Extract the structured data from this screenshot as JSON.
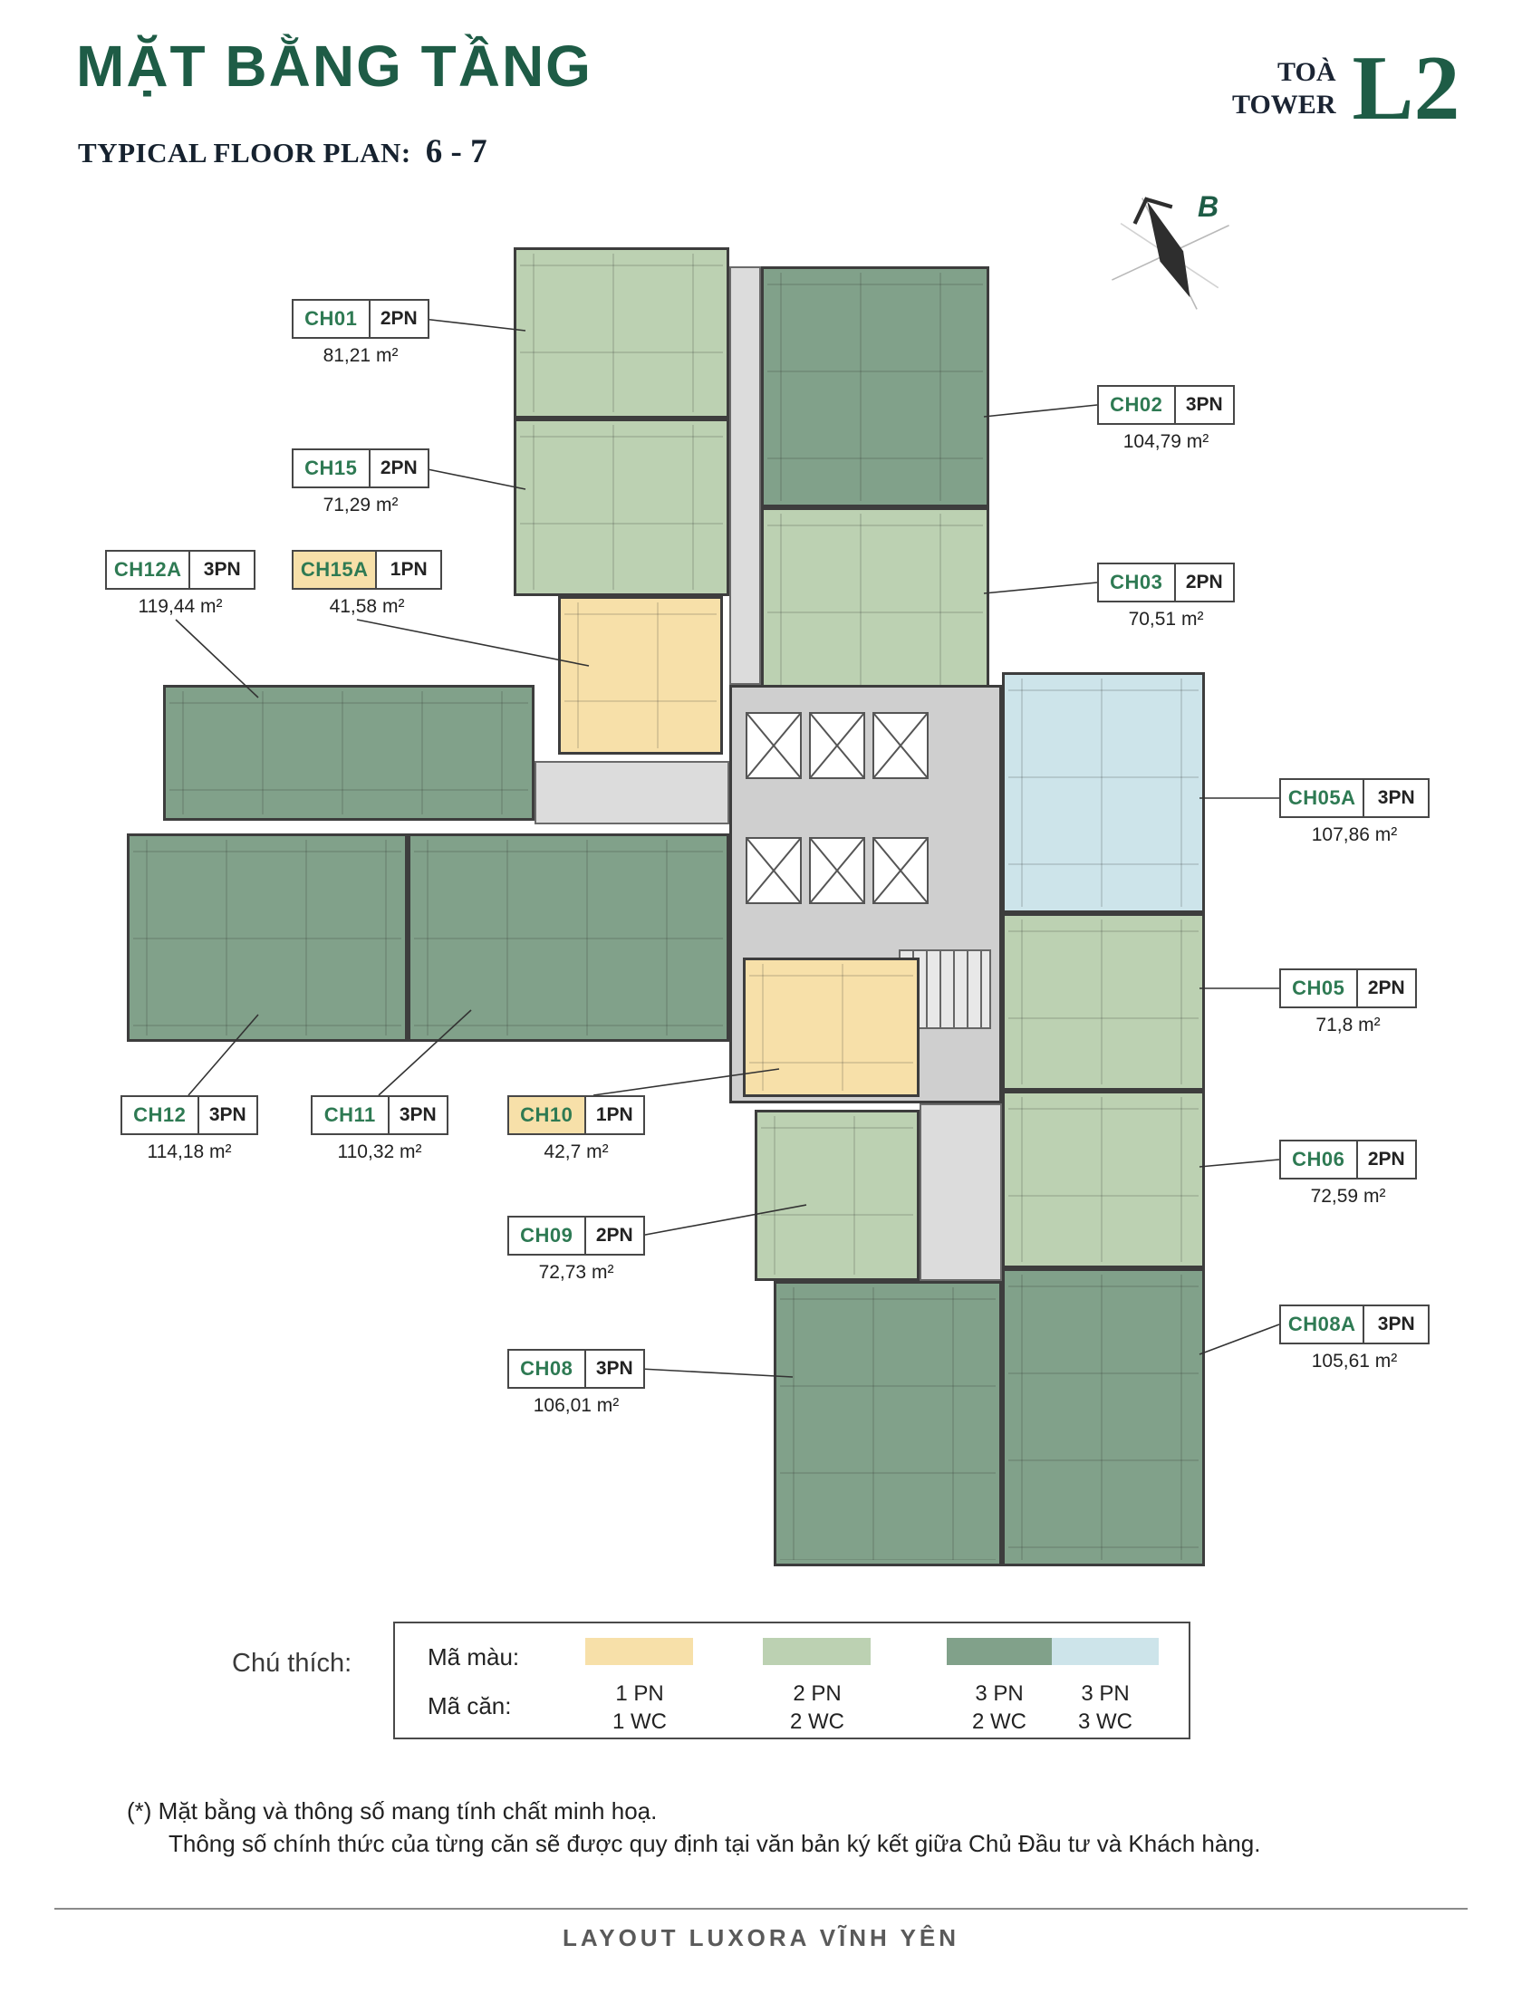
{
  "header": {
    "title": "MẶT BẰNG TẦNG",
    "plan_label": "TYPICAL FLOOR PLAN:",
    "plan_floors": "6 - 7",
    "tower_word_vi": "TOÀ",
    "tower_word_en": "TOWER",
    "tower_code": "L2"
  },
  "compass": {
    "north_label": "B"
  },
  "units": [
    {
      "code": "CH01",
      "type": "2PN",
      "area": "81,21 m²"
    },
    {
      "code": "CH02",
      "type": "3PN",
      "area": "104,79 m²"
    },
    {
      "code": "CH15",
      "type": "2PN",
      "area": "71,29 m²"
    },
    {
      "code": "CH12A",
      "type": "3PN",
      "area": "119,44 m²"
    },
    {
      "code": "CH15A",
      "type": "1PN",
      "area": "41,58 m²"
    },
    {
      "code": "CH03",
      "type": "2PN",
      "area": "70,51 m²"
    },
    {
      "code": "CH05A",
      "type": "3PN",
      "area": "107,86 m²"
    },
    {
      "code": "CH05",
      "type": "2PN",
      "area": "71,8 m²"
    },
    {
      "code": "CH12",
      "type": "3PN",
      "area": "114,18 m²"
    },
    {
      "code": "CH11",
      "type": "3PN",
      "area": "110,32 m²"
    },
    {
      "code": "CH10",
      "type": "1PN",
      "area": "42,7 m²"
    },
    {
      "code": "CH06",
      "type": "2PN",
      "area": "72,59 m²"
    },
    {
      "code": "CH09",
      "type": "2PN",
      "area": "72,73 m²"
    },
    {
      "code": "CH08A",
      "type": "3PN",
      "area": "105,61 m²"
    },
    {
      "code": "CH08",
      "type": "3PN",
      "area": "106,01 m²"
    }
  ],
  "legend": {
    "caption": "Chú thích:",
    "color_label": "Mã màu:",
    "unit_label": "Mã căn:",
    "entries": [
      {
        "bedrooms": "1 PN",
        "wc": "1 WC",
        "color": "#F7E0A9"
      },
      {
        "bedrooms": "2 PN",
        "wc": "2 WC",
        "color": "#BCD1B2"
      },
      {
        "bedrooms": "3 PN",
        "wc": "2 WC",
        "color": "#81A18A"
      },
      {
        "bedrooms": "3 PN",
        "wc": "3 WC",
        "color": "#CDE4EA"
      }
    ]
  },
  "footnote": {
    "line1": "(*) Mặt bằng và thông số mang tính chất minh hoạ.",
    "line2": "Thông số chính thức của từng căn sẽ được quy định tại văn bản ký kết giữa Chủ Đầu tư và Khách hàng."
  },
  "footer": {
    "text": "LAYOUT LUXORA VĨNH YÊN"
  },
  "colors": {
    "accent_green": "#1E5C46",
    "label_green": "#2E7A53",
    "unit_1pn": "#F7E0A9",
    "unit_2pn": "#BCD1B2",
    "unit_3pn_2wc": "#81A18A",
    "unit_3pn_3wc": "#CDE4EA",
    "corridor_gray": "#DCDCDC"
  }
}
